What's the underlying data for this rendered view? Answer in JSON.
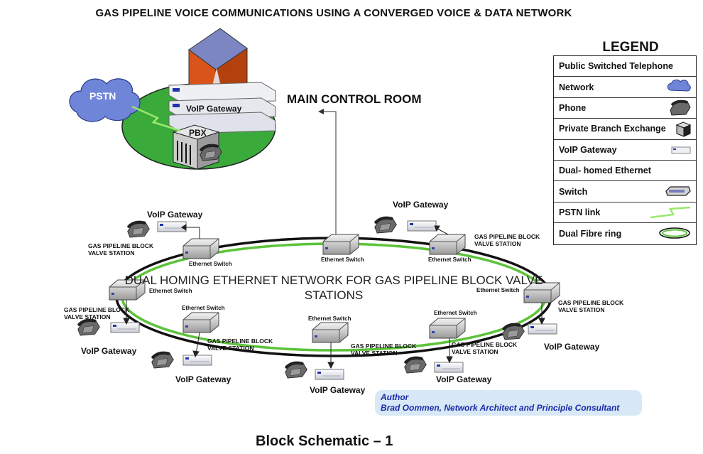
{
  "title": "GAS PIPELINE VOICE COMMUNICATIONS USING A CONVERGED VOICE & DATA NETWORK",
  "main_control_room": "MAIN CONTROL ROOM",
  "pstn_label": "PSTN",
  "pbx_label": "PBX",
  "hq_gateway_label": "VoIP Gateway",
  "ring_text": "DUAL HOMING  ETHERNET NETWORK FOR GAS PIPELINE BLOCK VALVE STATIONS",
  "switch_label": "Ethernet Switch",
  "station_label": "GAS PIPELINE BLOCK VALVE STATION",
  "gateway_label": "VoIP Gateway",
  "legend": {
    "title": "LEGEND",
    "items": [
      {
        "label": "Public Switched Telephone",
        "icon": ""
      },
      {
        "label": "Network",
        "icon": "cloud-icon"
      },
      {
        "label": "Phone",
        "icon": "phone-icon"
      },
      {
        "label": "Private Branch Exchange",
        "icon": "pbx-cube-icon"
      },
      {
        "label": "VoIP Gateway",
        "icon": "gateway-icon"
      },
      {
        "label": "Dual- homed Ethernet",
        "icon": ""
      },
      {
        "label": "Switch",
        "icon": "switch-icon"
      },
      {
        "label": "PSTN link",
        "icon": "lightning-link-icon"
      },
      {
        "label": "Dual Fibre ring",
        "icon": "ring-icon"
      }
    ]
  },
  "author": {
    "heading": "Author",
    "name": "Brad Oommen, Network Architect and Principle Consultant"
  },
  "footer": "Block Schematic – 1",
  "colors": {
    "ring_green": "#5cc33a",
    "island_green": "#3aaa3a",
    "cloud_blue": "#6f86d8",
    "author_bg": "#d8e8f6",
    "author_text": "#1a2aa8"
  }
}
